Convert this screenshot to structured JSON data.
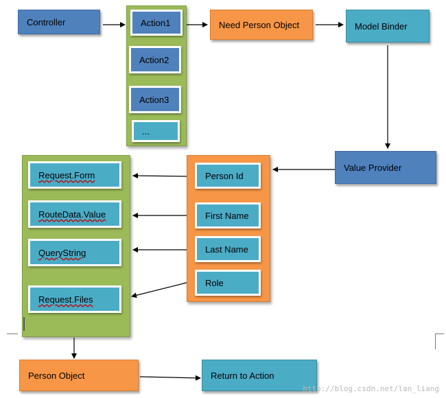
{
  "top": {
    "controller": "Controller",
    "actions": [
      "Action1",
      "Action2",
      "Action3",
      "..."
    ],
    "need_person": "Need Person Object",
    "model_binder": "Model Binder"
  },
  "value_provider": "Value Provider",
  "sources": [
    "Request.Form",
    "RouteData.Value",
    "QueryString",
    "Request.Files"
  ],
  "fields": [
    "Person Id",
    "First Name",
    "Last Name",
    "Role"
  ],
  "bottom": {
    "person_object": "Person Object",
    "return_to_action": "Return to Action"
  },
  "watermark": "http://blog.csdn.net/lan_liang",
  "colors": {
    "blue": "#4f81bd",
    "teal": "#4bacc6",
    "orange": "#f79646",
    "green": "#9bbb59"
  }
}
